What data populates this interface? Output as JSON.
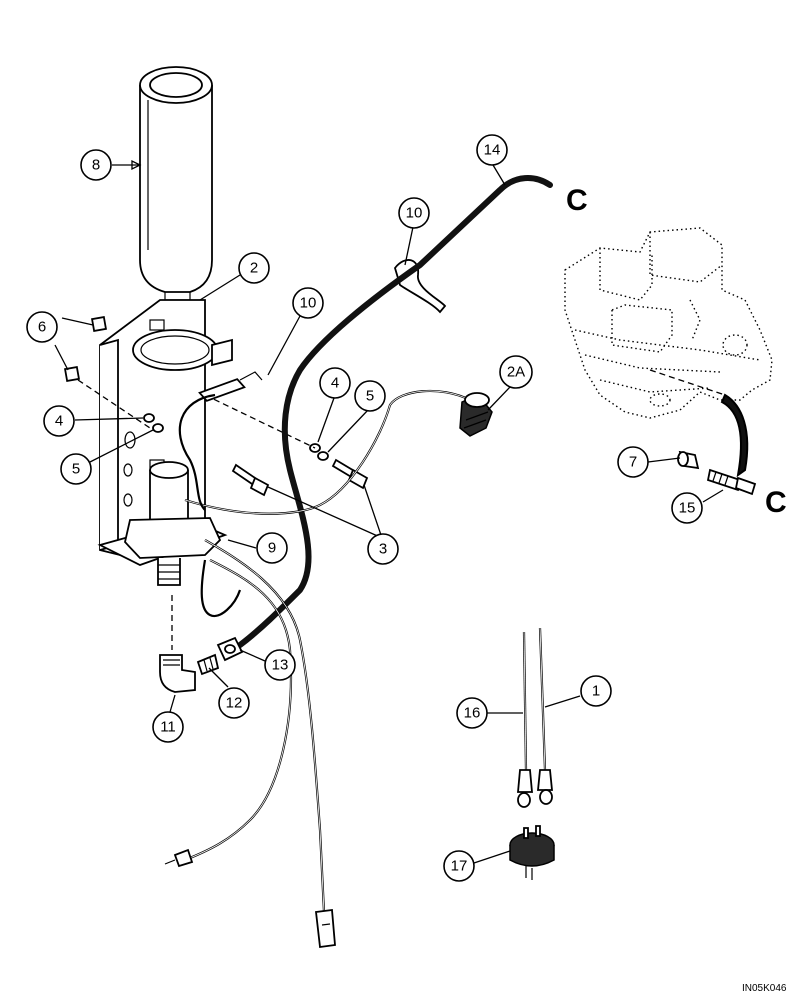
{
  "figure_code": "IN05K046",
  "ref_letter": "C",
  "callouts": {
    "c1": "1",
    "c2": "2",
    "c2a": "2A",
    "c3": "3",
    "c4a": "4",
    "c4b": "4",
    "c5a": "5",
    "c5b": "5",
    "c6": "6",
    "c7": "7",
    "c8": "8",
    "c9": "9",
    "c10a": "10",
    "c10b": "10",
    "c11": "11",
    "c12": "12",
    "c13": "13",
    "c14": "14",
    "c15": "15",
    "c16": "16",
    "c17": "17"
  }
}
